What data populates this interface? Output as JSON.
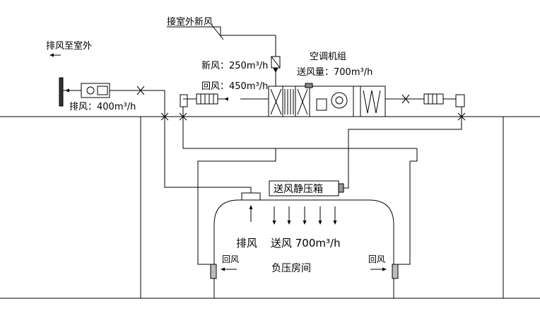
{
  "labels": {
    "outdoor_air_connection": "接室外新风",
    "exhaust_to_outdoor": "排风至室外",
    "exhaust_flow": "排风：400m³/h",
    "fresh_air_flow": "新风：250m³/h",
    "return_air_flow": "回风：450m³/h",
    "ahu_title": "空调机组",
    "ahu_supply": "送风量：700m³/h",
    "supply_plenum": "送风静压箱",
    "room_exhaust": "排风",
    "room_supply": "送风 700m³/h",
    "room_name": "负压房间",
    "return_left": "回风",
    "return_right": "回风"
  }
}
